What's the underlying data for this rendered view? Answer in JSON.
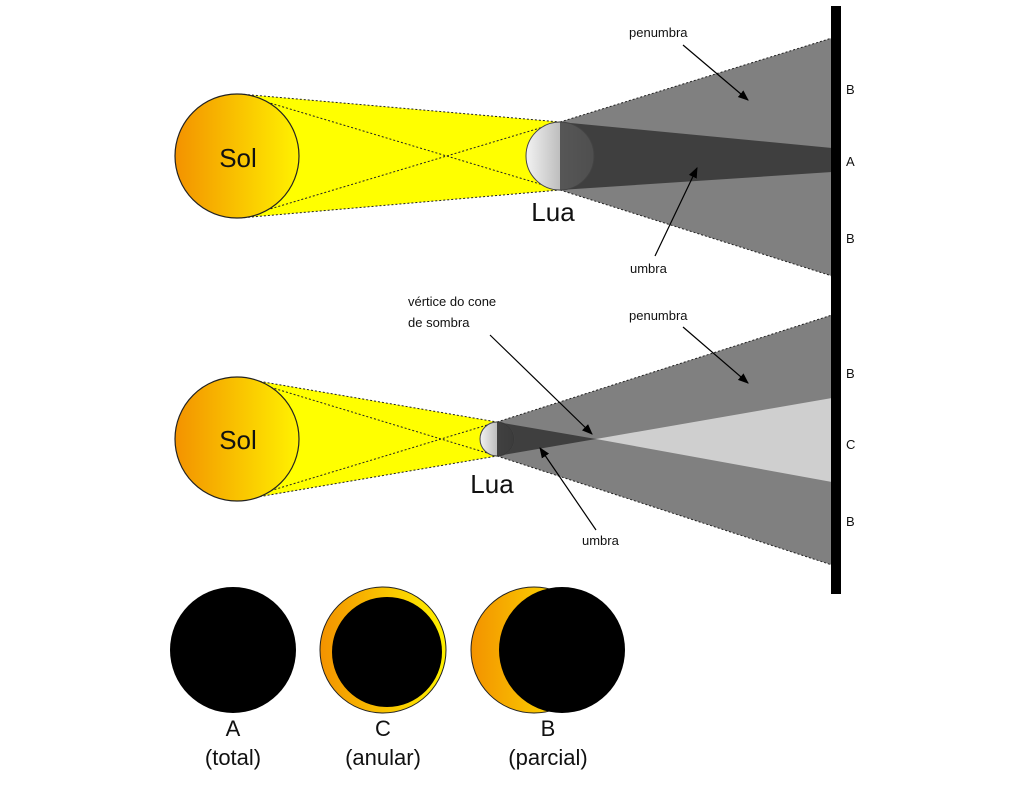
{
  "top": {
    "sun_label": "Sol",
    "moon_label": "Lua",
    "penumbra_label": "penumbra",
    "umbra_label": "umbra",
    "screen_upper": "B",
    "screen_center": "A",
    "screen_lower": "B"
  },
  "middle": {
    "sun_label": "Sol",
    "moon_label": "Lua",
    "vertex_label_line1": "vértice do cone",
    "vertex_label_line2": "de sombra",
    "penumbra_label": "penumbra",
    "umbra_label": "umbra",
    "screen_upper": "B",
    "screen_center": "C",
    "screen_lower": "B"
  },
  "eclipse_types": [
    {
      "letter": "A",
      "name": "(total)"
    },
    {
      "letter": "C",
      "name": "(anular)"
    },
    {
      "letter": "B",
      "name": "(parcial)"
    }
  ],
  "colors": {
    "sun_light": "#fff200",
    "sun_dark": "#f39200",
    "light_beam": "#ffff00",
    "penumbra": "#808080",
    "umbra": "#3f3f3f",
    "antumbra": "#cfcfcf",
    "screen": "#000000"
  }
}
